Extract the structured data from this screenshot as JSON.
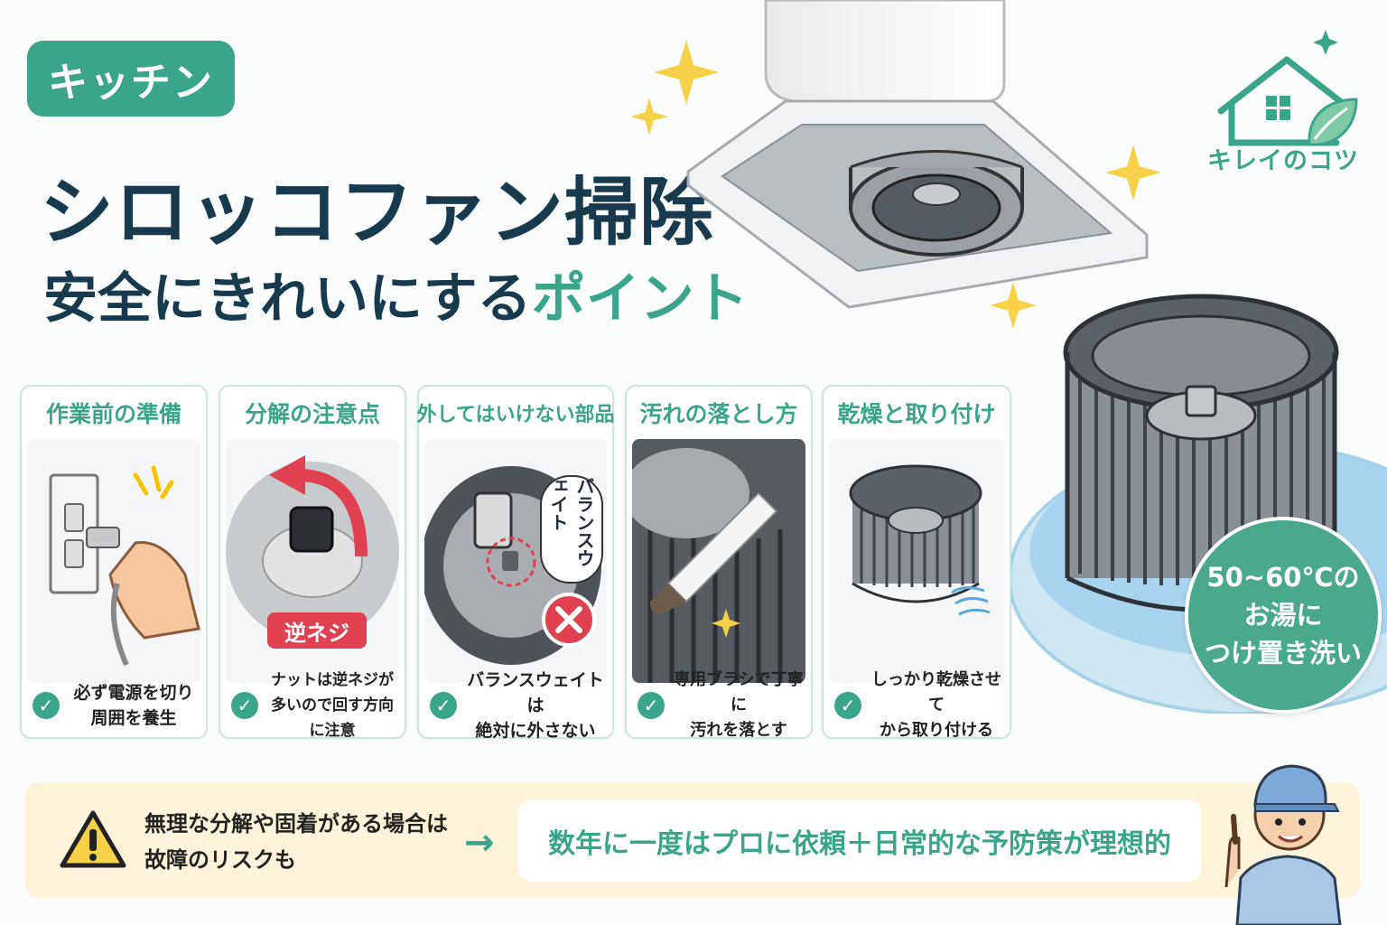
{
  "tag": "キッチン",
  "title": "シロッコファン掃除",
  "subtitle": {
    "main": "安全にきれいにする",
    "accent": "ポイント"
  },
  "logo": {
    "text": "キレイのコツ",
    "icon": "house-leaf-icon"
  },
  "badge": {
    "line1": "50~60℃の",
    "line2": "お湯に",
    "line3": "つけ置き洗い"
  },
  "cards": [
    {
      "heading": "作業前の準備",
      "line1": "必ず電源を切り",
      "line2": "周囲を養生",
      "image": "unplug-icon"
    },
    {
      "heading": "分解の注意点",
      "line1": "ナットは逆ネジが",
      "line2": "多いので回す方向に注意",
      "image": "reverse-thread-icon",
      "label": "逆ネジ"
    },
    {
      "heading": "外してはいけない部品",
      "line1": "バランスウェイトは",
      "line2": "絶対に外さない",
      "image": "balance-weight-icon",
      "callout": "バランスウェイト"
    },
    {
      "heading": "汚れの落とし方",
      "line1": "専用ブラシで丁寧に",
      "line2": "汚れを落とす",
      "image": "brush-icon"
    },
    {
      "heading": "乾燥と取り付け",
      "line1": "しっかり乾燥させて",
      "line2": "から取り付ける",
      "image": "dry-fan-icon"
    }
  ],
  "warning": {
    "line1": "無理な分解や固着がある場合は",
    "line2": "故障のリスクも",
    "icon": "warning-icon"
  },
  "arrow": "→",
  "tip": "数年に一度はプロに依頼＋日常的な予防策が理想的",
  "colors": {
    "accent": "#3aa58a",
    "title": "#173a4f",
    "band": "#fdf4d9",
    "alert": "#e0414f"
  }
}
